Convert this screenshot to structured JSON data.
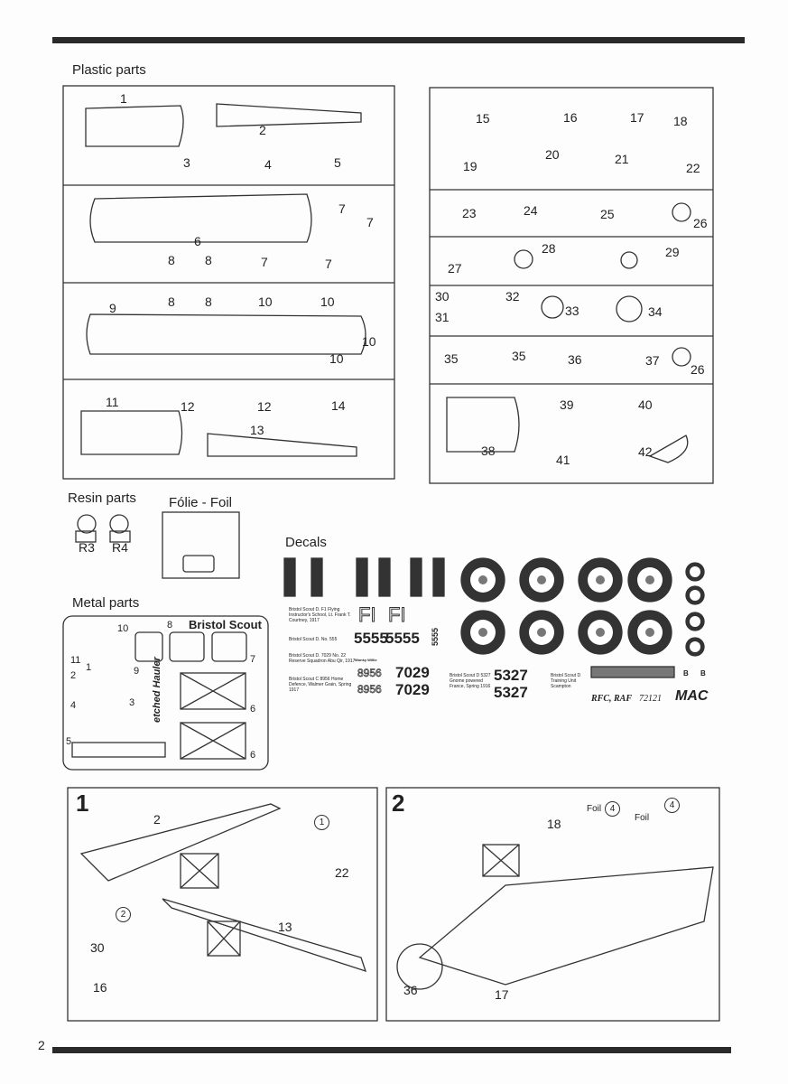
{
  "sections": {
    "plastic": "Plastic parts",
    "resin": "Resin parts",
    "foil": "Fólie - Foil",
    "decals": "Decals",
    "metal": "Metal parts"
  },
  "left_sprue_labels": [
    "1",
    "2",
    "3",
    "4",
    "5",
    "6",
    "7",
    "7",
    "8",
    "8",
    "7",
    "7",
    "8",
    "8",
    "10",
    "10",
    "9",
    "10",
    "10",
    "11",
    "12",
    "12",
    "14",
    "13"
  ],
  "right_sprue_labels": [
    "15",
    "16",
    "17",
    "18",
    "19",
    "20",
    "21",
    "22",
    "23",
    "24",
    "25",
    "26",
    "27",
    "28",
    "29",
    "30",
    "31",
    "32",
    "33",
    "34",
    "35",
    "35",
    "36",
    "37",
    "26",
    "38",
    "39",
    "40",
    "41",
    "42"
  ],
  "resin_labels": [
    "R3",
    "R4"
  ],
  "metal": {
    "title": "Bristol Scout",
    "brand": "etched Hauler",
    "labels": [
      "10",
      "8",
      "7",
      "11",
      "1",
      "9",
      "2",
      "3",
      "4",
      "6",
      "6",
      "5"
    ]
  },
  "decals": {
    "captions": [
      "Bristol Scout D. F1 Flying Instructor's School, Lt. Frank T. Courtney, 1917",
      "Bristol Scout D. No. 555",
      "Bristol Scout D. 7029 No. 22 Reserve Squadron Abu Qir, 1917",
      "Bristol Scout C 8956 Home Defence, Walmer Grain, Spring 1917",
      "Bristol Scout D 5327 Gnome powered France, Spring 1916",
      "Bristol Scout D Training Unit Scampton"
    ],
    "codes": [
      "FI",
      "FI",
      "5555",
      "5555",
      "5555",
      "8956",
      "8956",
      "7029",
      "7029",
      "5327",
      "5327",
      "Wonky Willie",
      "B",
      "B"
    ],
    "footer": "RFC, RAF",
    "kit_number": "72121",
    "logo": "MAC"
  },
  "steps": [
    {
      "number": "1",
      "labels": [
        "2",
        "1",
        "22",
        "2",
        "13",
        "30",
        "16"
      ]
    },
    {
      "number": "2",
      "labels": [
        "Foil",
        "4",
        "4",
        "Foil",
        "18",
        "36",
        "17"
      ]
    }
  ],
  "page_number": "2"
}
